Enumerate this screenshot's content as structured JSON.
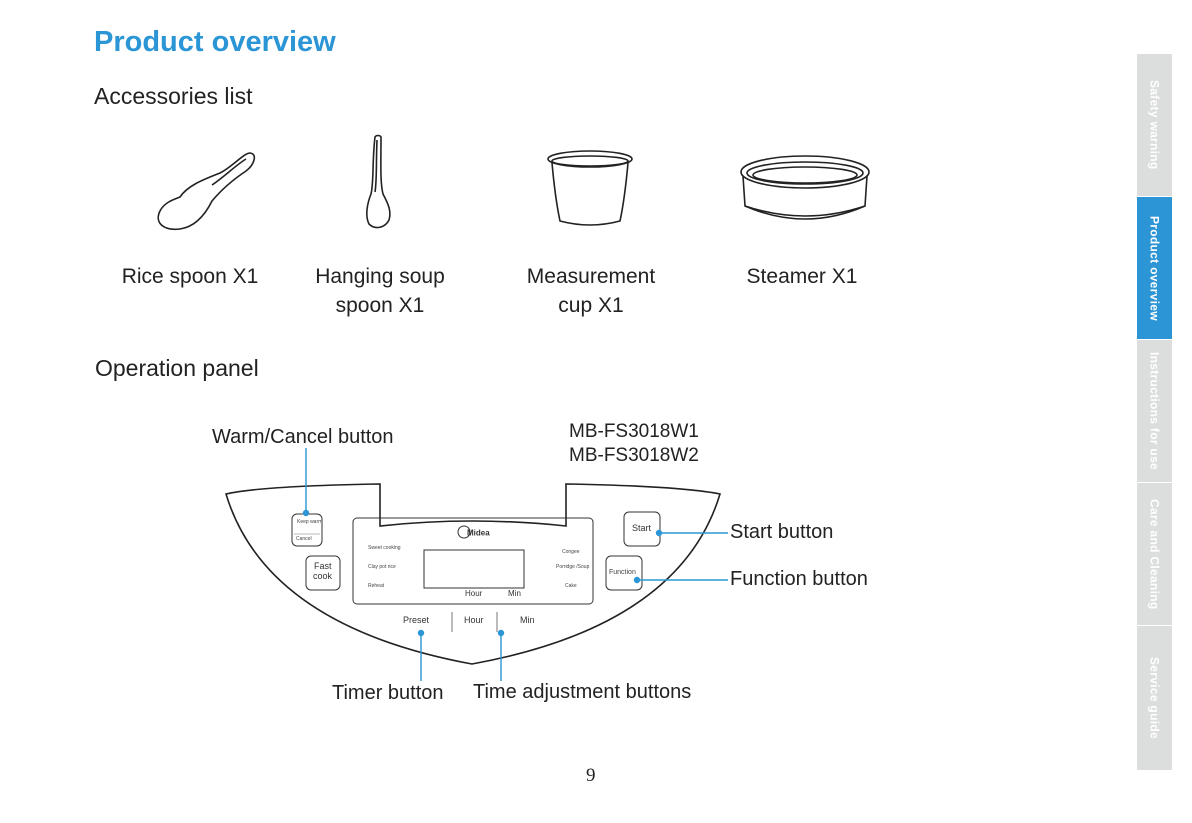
{
  "page": {
    "title": "Product overview",
    "page_number": "9"
  },
  "accessories": {
    "heading": "Accessories list",
    "items": [
      {
        "label_line1": "Rice spoon X1",
        "label_line2": "",
        "icon": "rice-spoon-icon"
      },
      {
        "label_line1": "Hanging soup",
        "label_line2": "spoon X1",
        "icon": "soup-spoon-icon"
      },
      {
        "label_line1": "Measurement",
        "label_line2": "cup X1",
        "icon": "measuring-cup-icon"
      },
      {
        "label_line1": "Steamer X1",
        "label_line2": "",
        "icon": "steamer-icon"
      }
    ]
  },
  "operation_panel": {
    "heading": "Operation panel",
    "models": [
      "MB-FS3018W1",
      "MB-FS3018W2"
    ],
    "callouts": {
      "warm_cancel": "Warm/Cancel button",
      "start": "Start button",
      "function": "Function button",
      "timer": "Timer button",
      "time_adjust": "Time adjustment buttons"
    },
    "panel": {
      "brand": "Midea",
      "keep_warm": "Keep warm",
      "cancel": "Cancel",
      "fast_cook_1": "Fast",
      "fast_cook_2": "cook",
      "start": "Start",
      "function": "Function",
      "left_menu": [
        "Sweet cooking",
        "Clay pot rice",
        "Reheat"
      ],
      "right_menu": [
        "Congee",
        "Porridge /Soup",
        "Cake"
      ],
      "display_hour": "Hour",
      "display_min": "Min",
      "btn_preset": "Preset",
      "btn_hour": "Hour",
      "btn_min": "Min"
    }
  },
  "sidebar": {
    "tabs": [
      {
        "label": "Safety warning",
        "active": false
      },
      {
        "label": "Product overview",
        "active": true
      },
      {
        "label": "Instructions for use",
        "active": false
      },
      {
        "label": "Care and Cleaning",
        "active": false
      },
      {
        "label": "Service guide",
        "active": false
      }
    ]
  },
  "colors": {
    "accent": "#2b95d6",
    "sidebar_inactive": "#dcdddd"
  }
}
